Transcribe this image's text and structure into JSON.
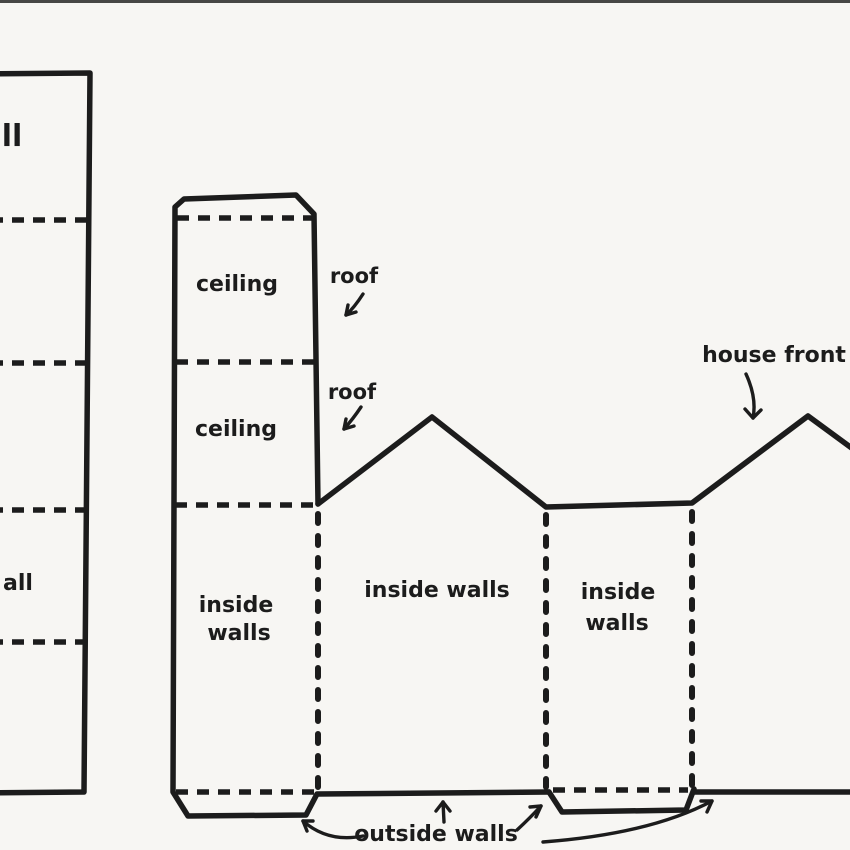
{
  "colors": {
    "paper": "#f7f6f3",
    "ink": "#1c1c1c",
    "scan-edge": "#474745"
  },
  "pieces": {
    "left_wall": {
      "partial_label_top": "ll",
      "partial_label_bottom": "all"
    },
    "ceiling_strip": {
      "ceiling_top": "ceiling",
      "ceiling_bottom": "ceiling",
      "inside_walls_line1": "inside",
      "inside_walls_line2": "walls"
    },
    "house_walls": {
      "inside_walls_center": "inside walls",
      "inside_walls_right_line1": "inside",
      "inside_walls_right_line2": "walls"
    }
  },
  "annotations": {
    "roof_upper": "roof",
    "roof_lower": "roof",
    "house_front": "house front",
    "outside_walls": "outside walls"
  }
}
